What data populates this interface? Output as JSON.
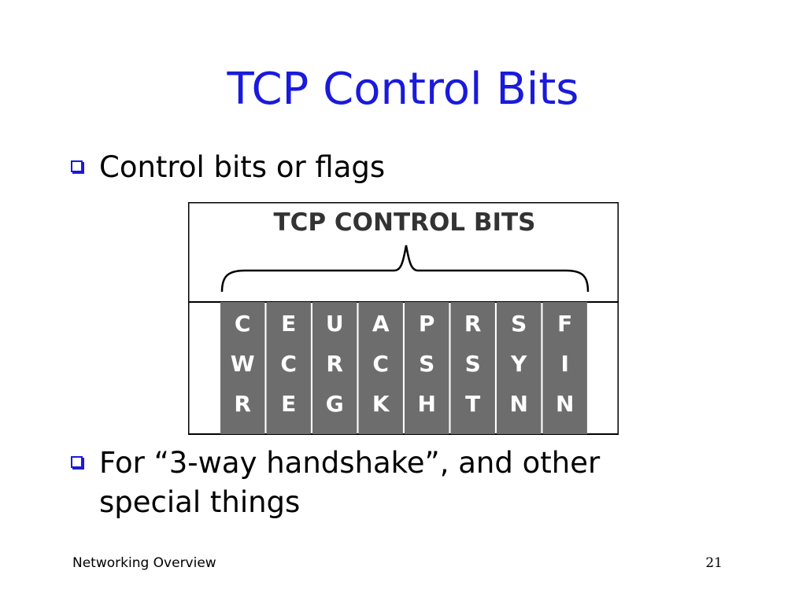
{
  "slide": {
    "title": "TCP Control Bits",
    "bullets": [
      "Control bits or flags",
      "For “3-way handshake”, and other special things"
    ],
    "footer_left": "Networking Overview",
    "footer_right": "21"
  },
  "figure": {
    "heading": "TCP CONTROL BITS",
    "cells": [
      [
        "C",
        "W",
        "R"
      ],
      [
        "E",
        "C",
        "E"
      ],
      [
        "U",
        "R",
        "G"
      ],
      [
        "A",
        "C",
        "K"
      ],
      [
        "P",
        "S",
        "H"
      ],
      [
        "R",
        "S",
        "T"
      ],
      [
        "S",
        "Y",
        "N"
      ],
      [
        "F",
        "I",
        "N"
      ]
    ]
  },
  "colors": {
    "title": "#1a1adc",
    "cell_fill": "#6d6d6d",
    "cell_text": "#ffffff"
  }
}
